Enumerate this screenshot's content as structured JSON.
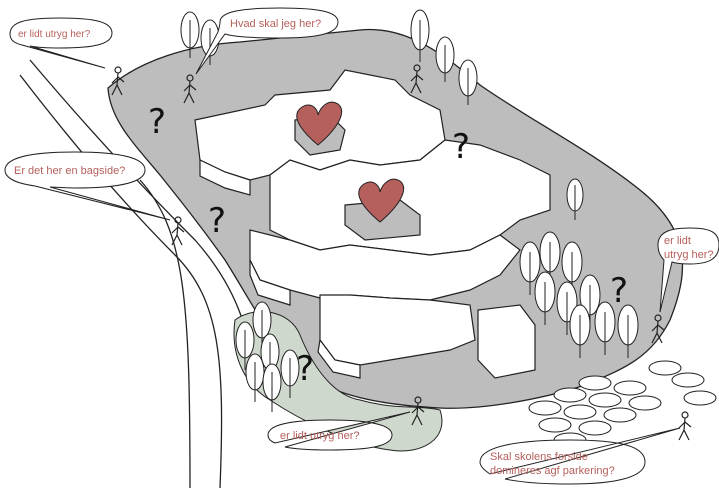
{
  "speech_bubbles": {
    "top_left": "er lidt utryg her?",
    "top_center": "Hvad skal jeg her?",
    "left": "Er det her en bagside?",
    "right_line1": "er lidt",
    "right_line2": "utryg her?",
    "bottom_center": "er lidt utryg her?",
    "bottom_right_line1": "Skal skolens forside",
    "bottom_right_line2": "domineres agf parkering?"
  },
  "marks": {
    "question": "?",
    "heart_color": "#b5605c",
    "bubble_text_color": "#b5605c",
    "ground_color": "#bdbdbd",
    "green_area_color": "#cfd8cc"
  }
}
